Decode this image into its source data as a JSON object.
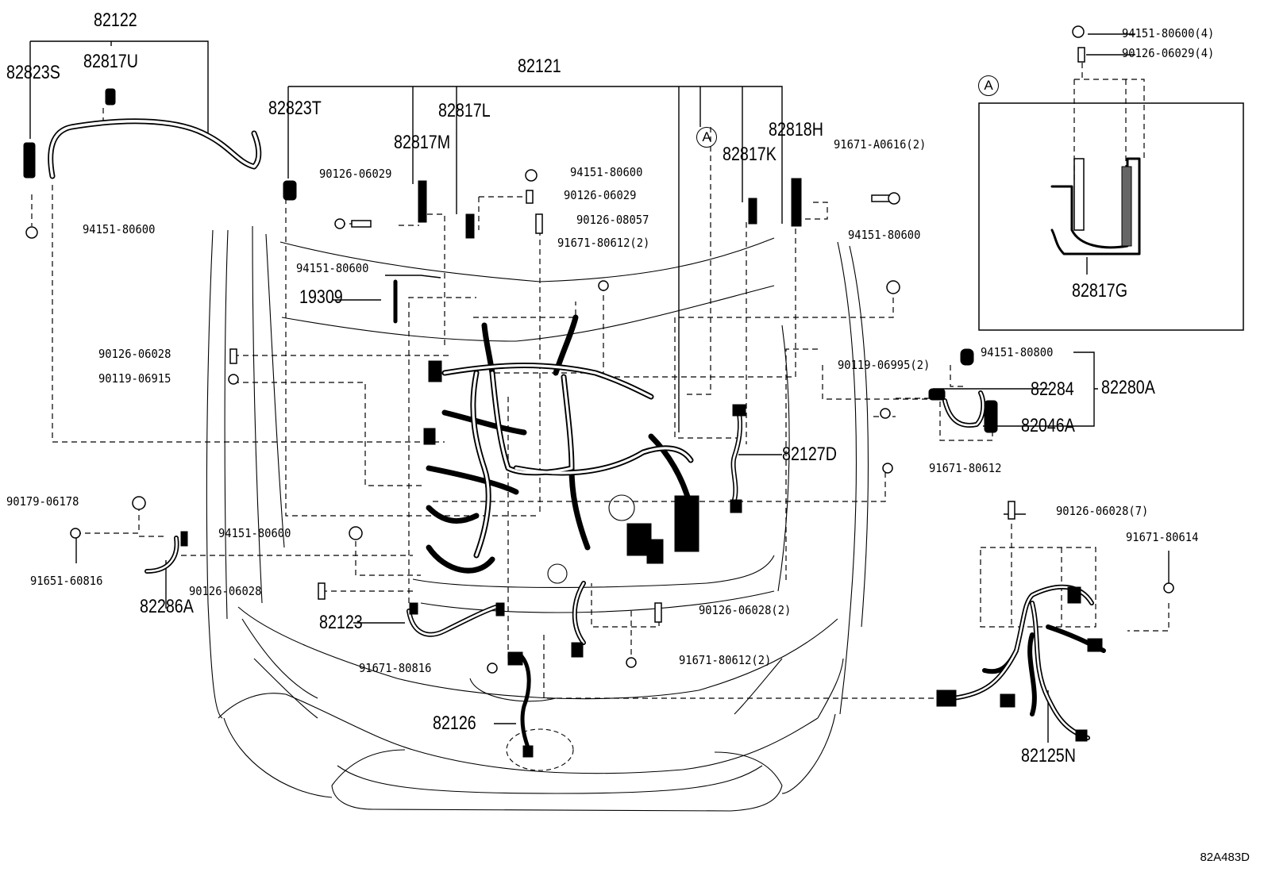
{
  "labels": {
    "p82122": "82122",
    "p82823S": "82823S",
    "p82817U": "82817U",
    "p82121": "82121",
    "p82823T": "82823T",
    "p82817L": "82817L",
    "p82817M": "82817M",
    "p82818H": "82818H",
    "p82817K": "82817K",
    "p91671_A0616_2": "91671-A0616(2)",
    "p94151_80600_a": "94151-80600",
    "p90126_06029_a": "90126-06029",
    "p94151_80600_b": "94151-80600",
    "p90126_06029_b": "90126-06029",
    "p90126_08057": "90126-08057",
    "p91671_80612_2a": "91671-80612(2)",
    "p94151_80600_c": "94151-80600",
    "p94151_80600_d": "94151-80600",
    "p19309": "19309",
    "p90126_06028_a": "90126-06028",
    "p90119_06915": "90119-06915",
    "p90119_06995_2": "90119-06995(2)",
    "p94151_80800": "94151-80800",
    "p82284": "82284",
    "p82280A": "82280A",
    "p82046A": "82046A",
    "p82127D": "82127D",
    "p91671_80612": "91671-80612",
    "p90179_06178": "90179-06178",
    "p94151_80600_e": "94151-80600",
    "p91651_60816": "91651-60816",
    "p82286A": "82286A",
    "p90126_06028_b": "90126-06028",
    "p90126_06028_2": "90126-06028(2)",
    "p82123": "82123",
    "p91671_80816": "91671-80816",
    "p91671_80612_2b": "91671-80612(2)",
    "p82126": "82126",
    "p90126_06028_7": "90126-06028(7)",
    "p91671_80614": "91671-80614",
    "p82125N": "82125N",
    "p94151_80600_4": "94151-80600(4)",
    "p90126_06029_4": "90126-06029(4)",
    "p82817G": "82817G"
  },
  "callout_letter": "A",
  "diagram_code": "82A483D"
}
